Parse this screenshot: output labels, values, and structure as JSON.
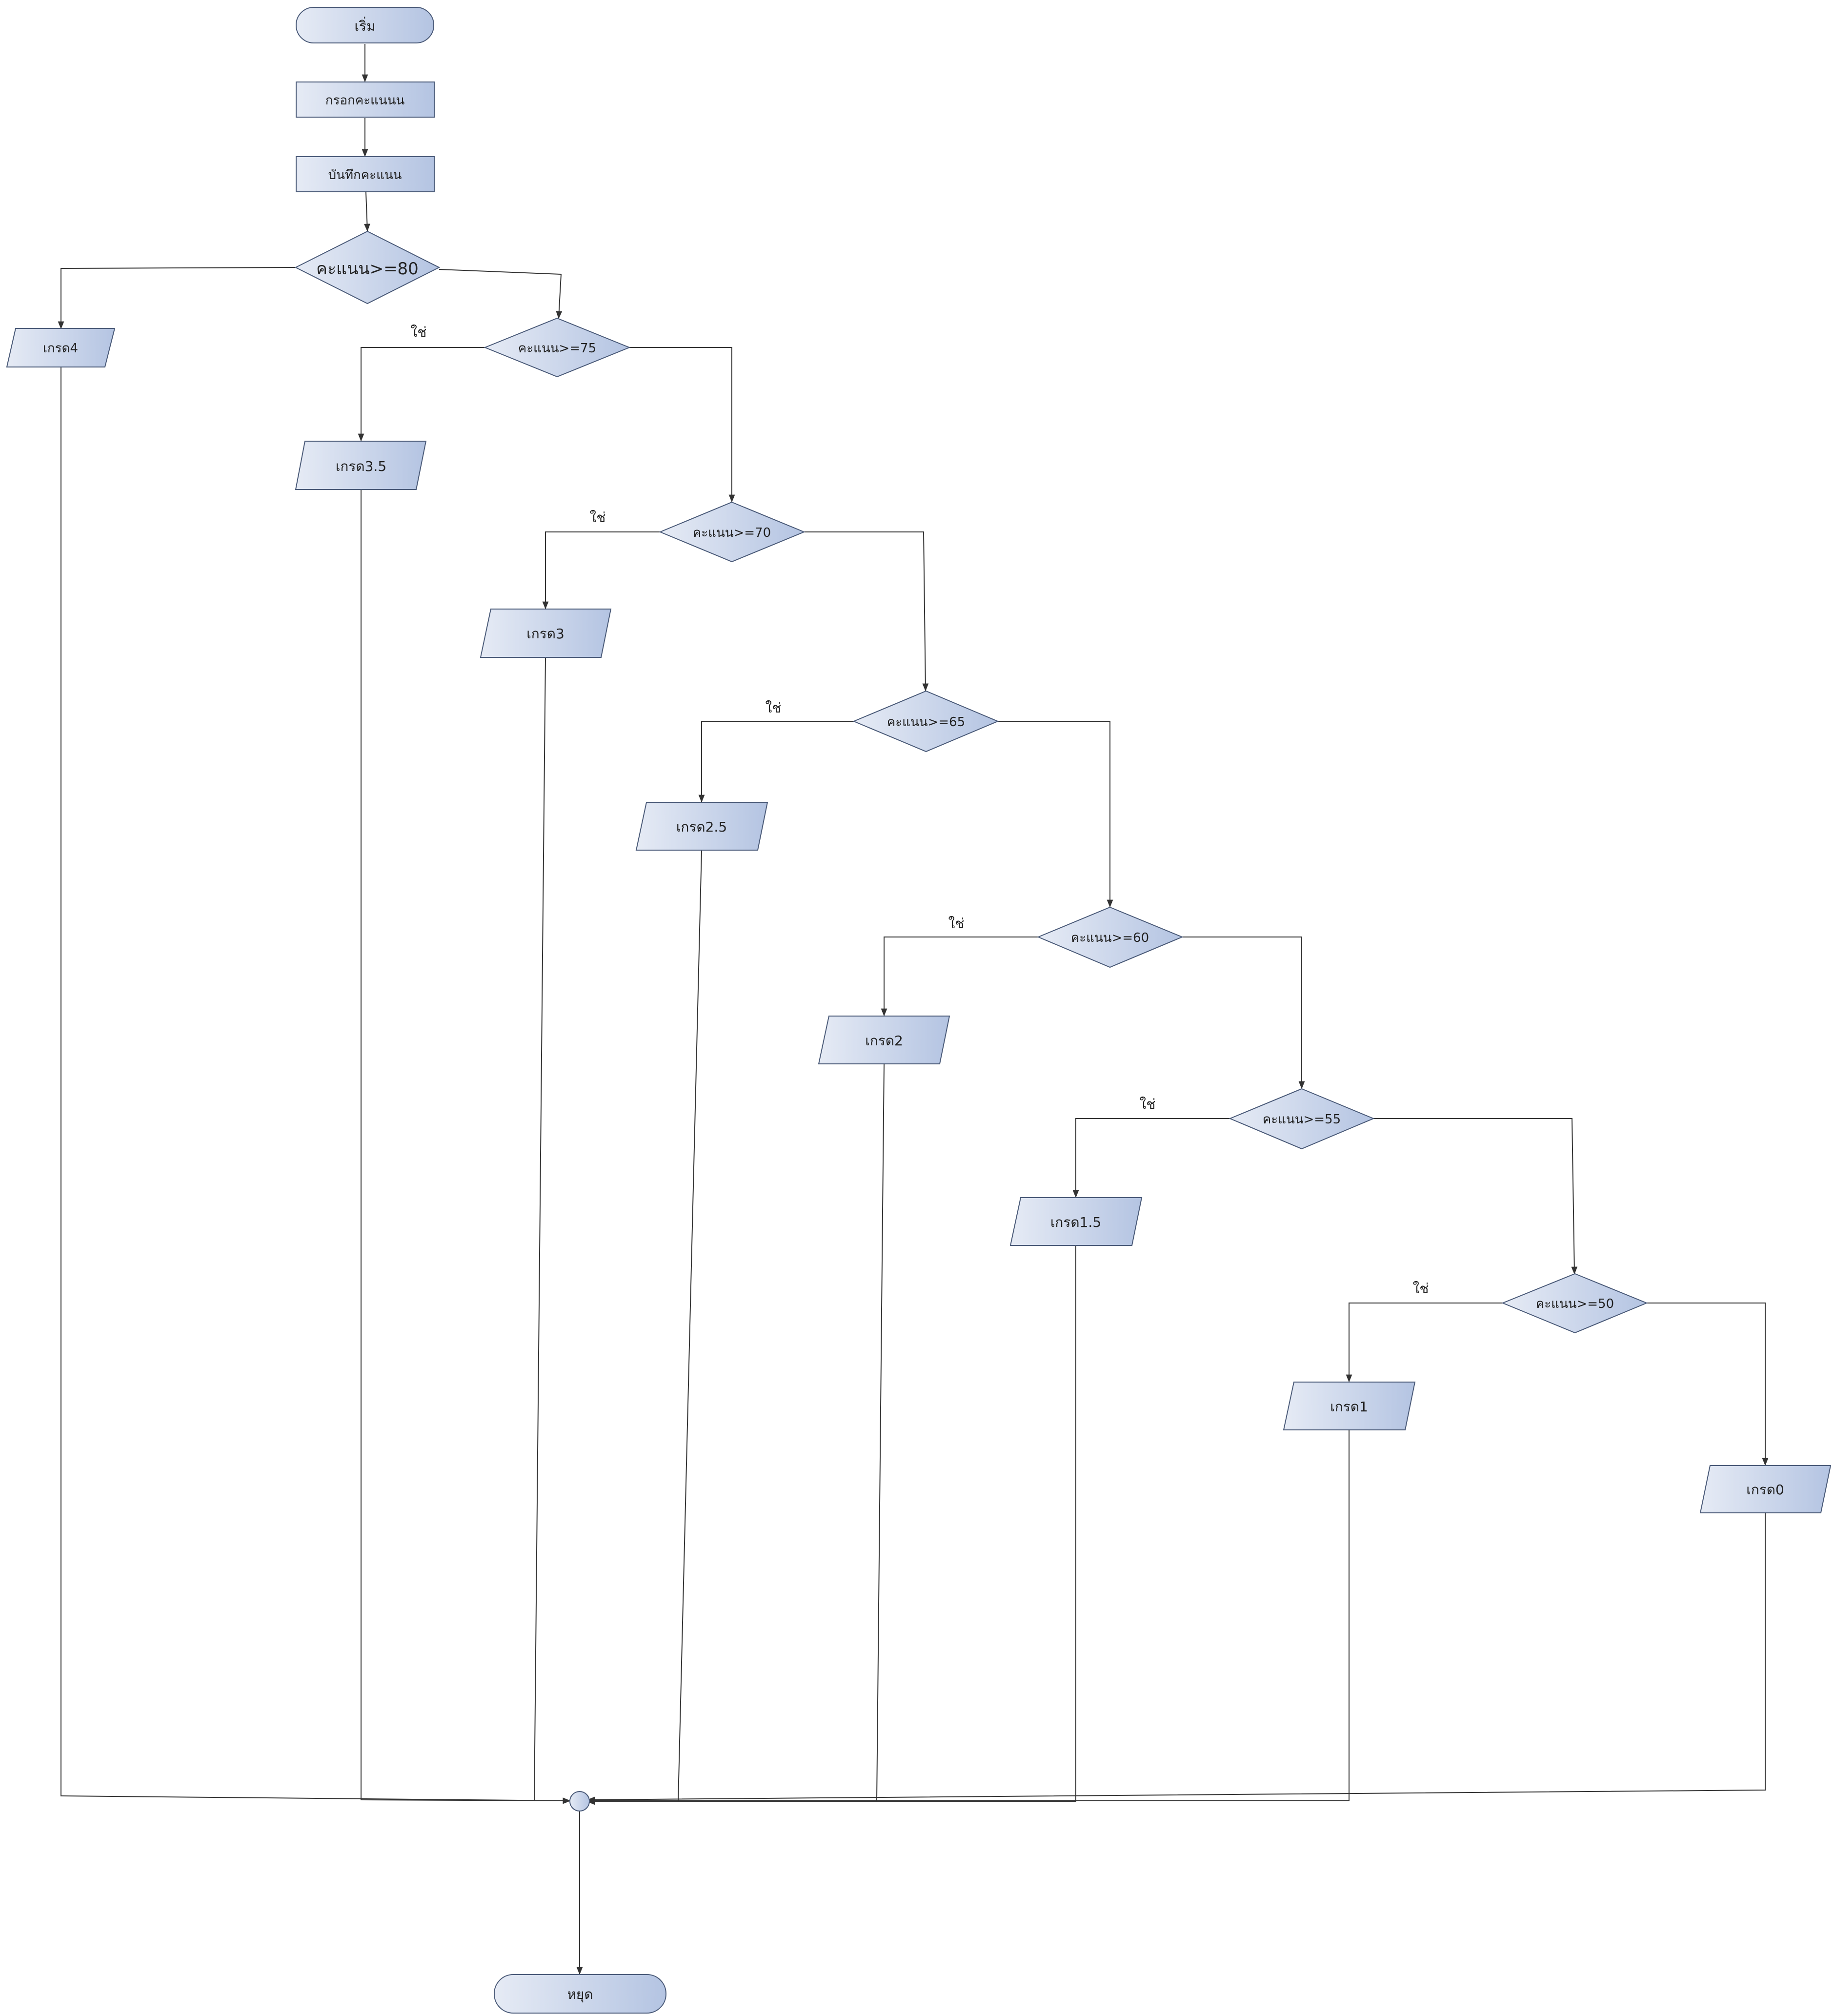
{
  "colors": {
    "fill_start": "#e6ebf5",
    "fill_end": "#b4c4e2",
    "stroke": "#4a5a78",
    "line": "#333333"
  },
  "nodes": {
    "start": "เริ่ม",
    "input": "กรอกคะแนนน",
    "save": "บันทึกคะแนน",
    "d80": "คะแนน>=80",
    "g4": "เกรด4",
    "d75": "คะแนน>=75",
    "g35": "เกรด3.5",
    "d70": "คะแนน>=70",
    "g3": "เกรด3",
    "d65": "คะแนน>=65",
    "g25": "เกรด2.5",
    "d60": "คะแนน>=60",
    "g2": "เกรด2",
    "d55": "คะแนน>=55",
    "g15": "เกรด1.5",
    "d50": "คะแนน>=50",
    "g1": "เกรด1",
    "g0": "เกรด0",
    "stop": "หยุด"
  },
  "yes_label": "ใช่"
}
